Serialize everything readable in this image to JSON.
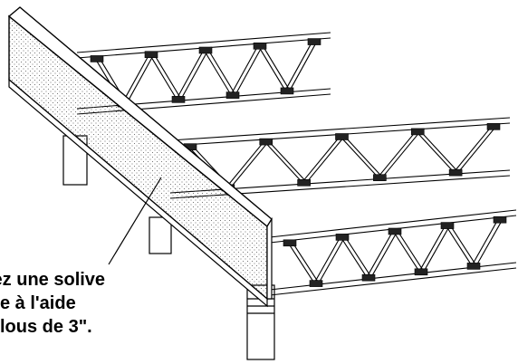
{
  "caption": {
    "lines": [
      "lez une solive",
      "e à l'aide",
      "lous de 3\"."
    ]
  },
  "icons": {
    "rim_joist_pattern": "stipple-dot-texture",
    "web_chord_connector": "metal-plate-connector"
  },
  "colors": {
    "line": "#000000",
    "background": "#ffffff",
    "stipple": "#666666"
  }
}
